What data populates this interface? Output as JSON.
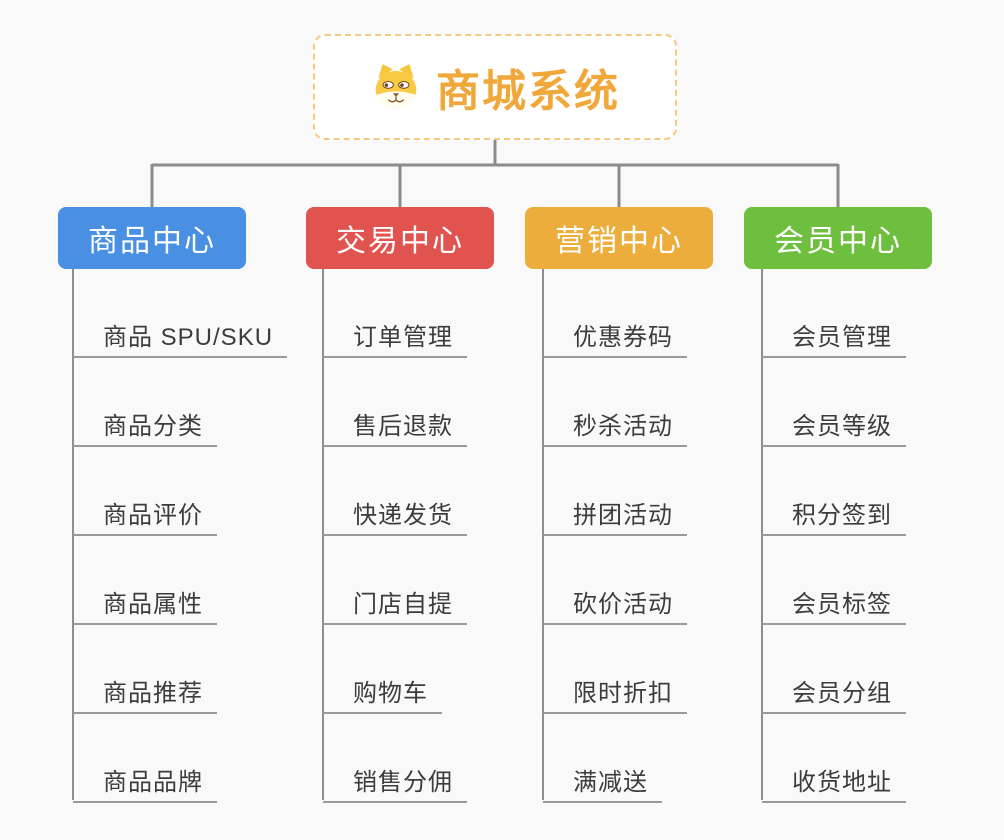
{
  "root": {
    "title": "商城系统",
    "icon": "dog-face-icon",
    "accent_color": "#f0a83a",
    "border_color": "#f5c97f"
  },
  "branches": [
    {
      "label": "商品中心",
      "color": "#4a90e2",
      "items": [
        "商品 SPU/SKU",
        "商品分类",
        "商品评价",
        "商品属性",
        "商品推荐",
        "商品品牌"
      ]
    },
    {
      "label": "交易中心",
      "color": "#e0534f",
      "items": [
        "订单管理",
        "售后退款",
        "快递发货",
        "门店自提",
        "购物车",
        "销售分佣"
      ]
    },
    {
      "label": "营销中心",
      "color": "#ecad3c",
      "items": [
        "优惠券码",
        "秒杀活动",
        "拼团活动",
        "砍价活动",
        "限时折扣",
        "满减送"
      ]
    },
    {
      "label": "会员中心",
      "color": "#6dbf3d",
      "items": [
        "会员管理",
        "会员等级",
        "积分签到",
        "会员标签",
        "会员分组",
        "收货地址"
      ]
    }
  ],
  "colors": {
    "canvas_background": "#f9f9f9",
    "connector_line": "#8b8b8b",
    "item_underline": "#9a9a9a",
    "item_text": "#3c3c3c"
  }
}
